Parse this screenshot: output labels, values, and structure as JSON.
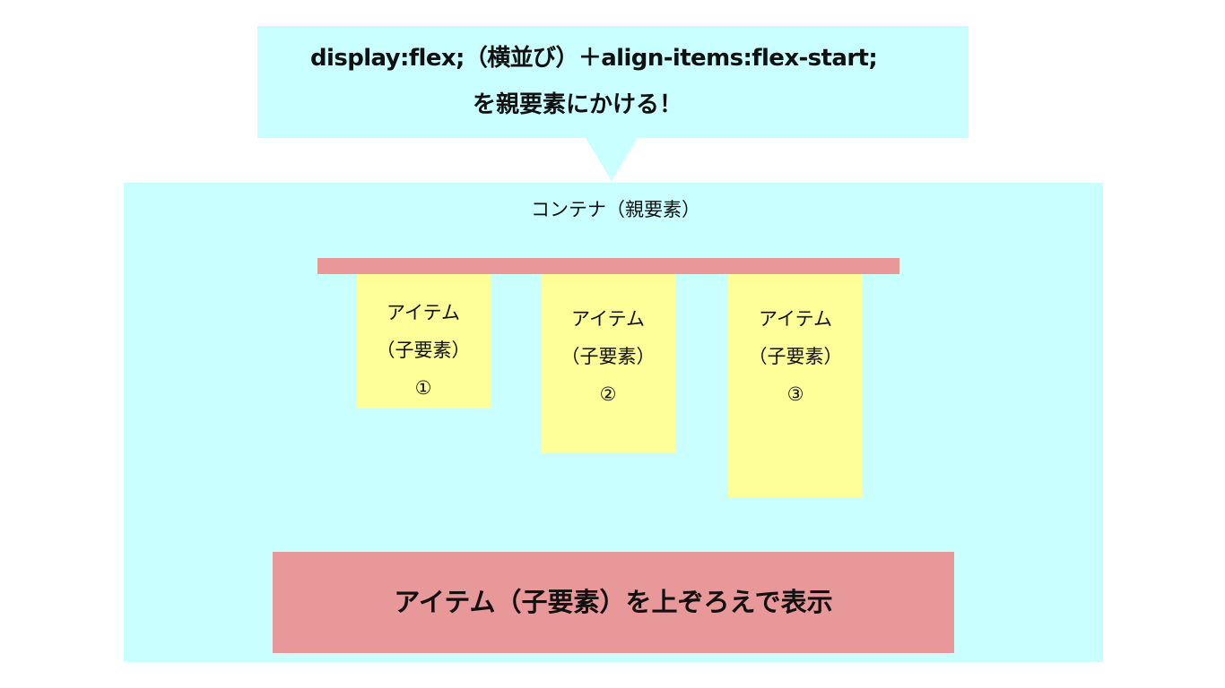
{
  "bubble": {
    "line1": "display:flex;（横並び）＋align-items:flex-start;",
    "line2": "を親要素にかける！"
  },
  "container": {
    "label": "コンテナ（親要素）"
  },
  "items": [
    {
      "line1": "アイテム",
      "line2": "（子要素）",
      "number": "①"
    },
    {
      "line1": "アイテム",
      "line2": "（子要素）",
      "number": "②"
    },
    {
      "line1": "アイテム",
      "line2": "（子要素）",
      "number": "③"
    }
  ],
  "caption": "アイテム（子要素）を上ぞろえで表示",
  "colors": {
    "bubble": "#c9ffff",
    "container": "#c9ffff",
    "item": "#ffff99",
    "accent": "#e89898"
  }
}
